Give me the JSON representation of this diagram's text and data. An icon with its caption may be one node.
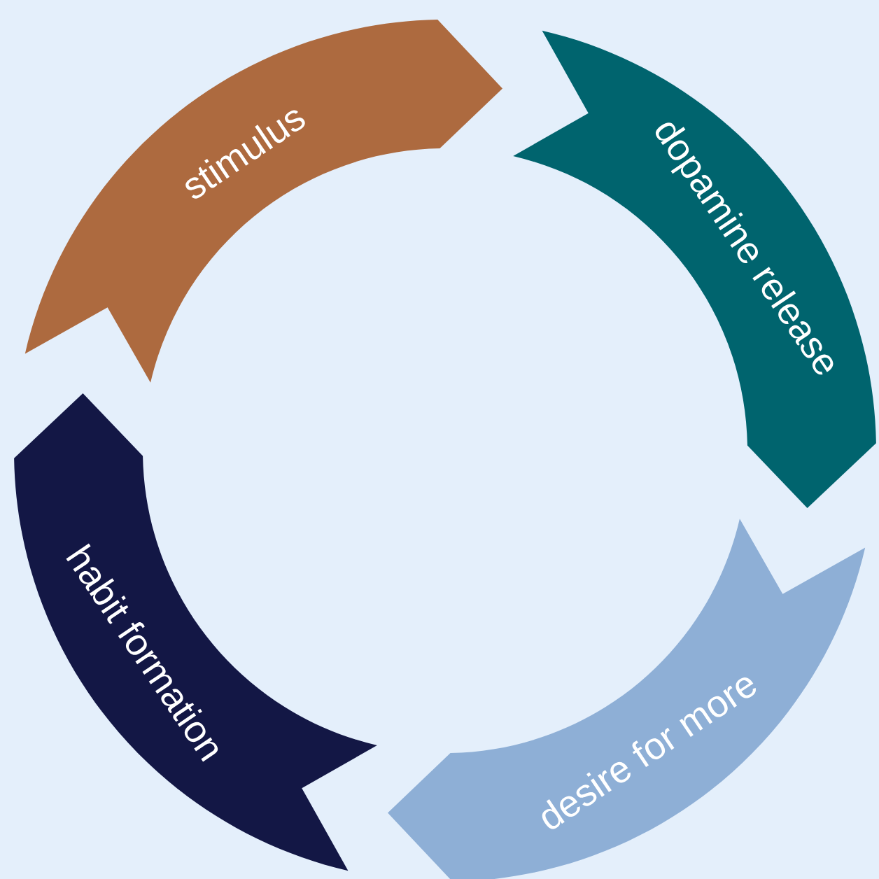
{
  "diagram": {
    "nodes": [
      {
        "text": [
          "stimulus"
        ]
      },
      {
        "text": [
          "dopamine release"
        ]
      },
      {
        "text": [
          "desire for more"
        ]
      },
      {
        "text": [
          "habit formation"
        ]
      }
    ]
  }
}
